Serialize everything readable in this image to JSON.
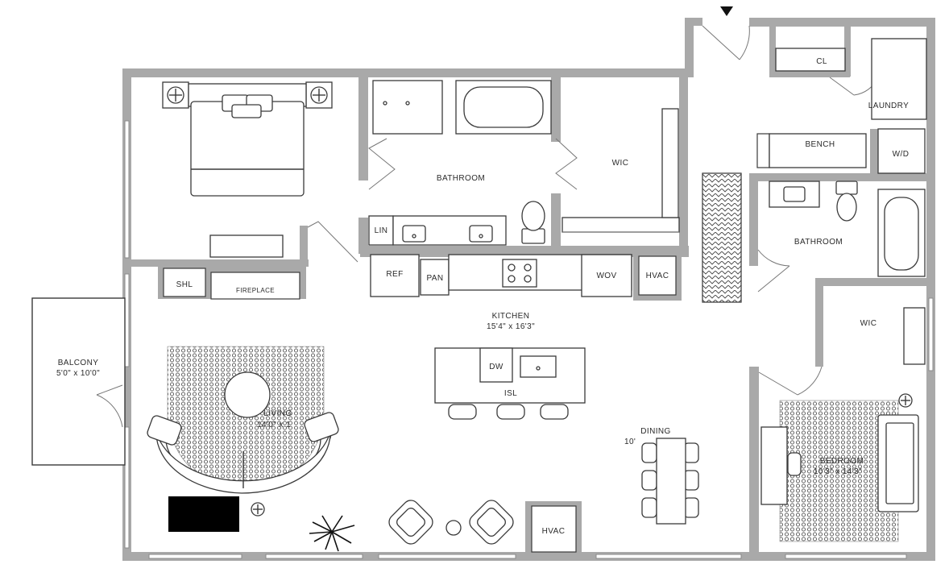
{
  "labels": {
    "closet": "CL",
    "laundry": "LAUNDRY",
    "bench": "BENCH",
    "washer_dryer": "W/D",
    "bathroom_primary": "BATHROOM",
    "bathroom_secondary": "BATHROOM",
    "wic_primary": "WIC",
    "wic_secondary": "WIC",
    "linen": "LIN",
    "shelf": "SHL",
    "fireplace": "FIREPLACE",
    "refrigerator": "REF",
    "pantry": "PAN",
    "wall_oven": "WOV",
    "hvac_kitchen": "HVAC",
    "hvac_living": "HVAC",
    "kitchen_name": "KITCHEN",
    "kitchen_size": "15'4\" x 16'3\"",
    "balcony_name": "BALCONY",
    "balcony_size": "5'0\" x 10'0\"",
    "dishwasher": "DW",
    "island": "ISL",
    "living_partial": "LIVING",
    "living_size_partial": "14'0\" x 1",
    "dining_name": "DINING",
    "dining_size_partial": "10'",
    "bedroom_partial": "BEDROOM",
    "bedroom_size_partial": "10'3\" x 14'3\""
  },
  "colors": {
    "wall": "#a9a9a9",
    "line": "#3a3a3a",
    "rug_pattern": "#555555",
    "tv": "#000000"
  },
  "icons": [
    "entry-arrow-icon",
    "outlet-icon",
    "plant-icon",
    "stove-icon",
    "sink-icon",
    "toilet-icon",
    "bathtub-icon"
  ]
}
